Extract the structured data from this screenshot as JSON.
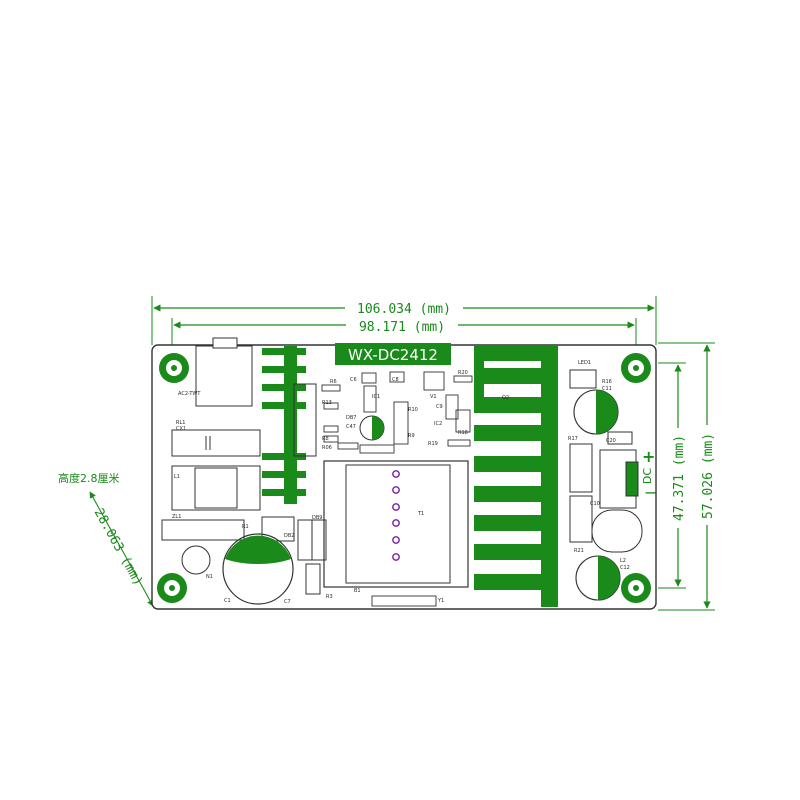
{
  "board": {
    "model": "WX-DC2412"
  },
  "dimensions": {
    "overall_width": "106.034 (mm)",
    "hole_spacing_width": "98.171 (mm)",
    "overall_height": "57.026 (mm)",
    "hole_spacing_height": "47.371 (mm)",
    "diagonal_hole_distance": "28.063 (mm)",
    "height_note": "高度2.8厘米"
  },
  "silkscreen": {
    "labels": [
      "AC2-TWT",
      "RL1",
      "CX1",
      "L1",
      "ZL1",
      "R1",
      "C1",
      "N1",
      "C7",
      "R3",
      "DB9",
      "DB2",
      "R6",
      "R13",
      "R8",
      "R06",
      "DB7",
      "C47",
      "C6",
      "IC1",
      "C8",
      "R20",
      "V1",
      "C9",
      "R10",
      "R9",
      "IC2",
      "R19",
      "R18",
      "B1",
      "T1",
      "Y1",
      "O2",
      "LED1",
      "R16",
      "C11",
      "C20",
      "R17",
      "C10",
      "R21",
      "L2",
      "C12"
    ],
    "dc_label": "DC",
    "minus_sign": "−",
    "plus_sign": "+"
  },
  "colors": {
    "green": "#1a8a1a",
    "trace": "#0f8a2a",
    "outline": "#333333"
  }
}
